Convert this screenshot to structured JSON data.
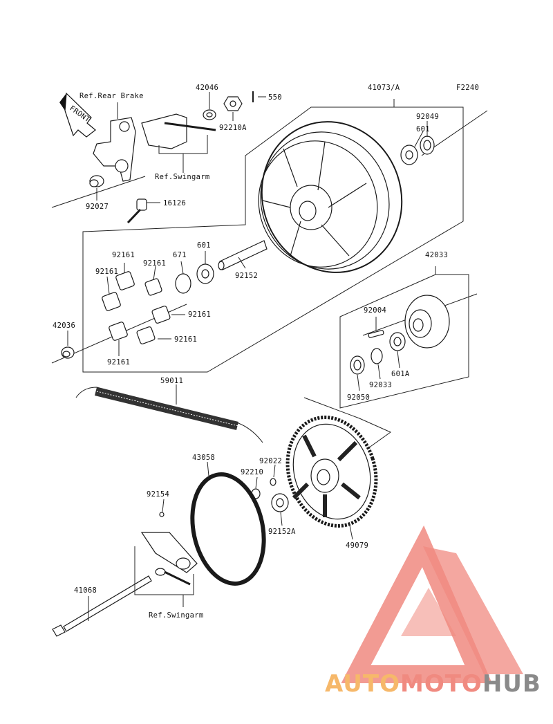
{
  "figure_code": "F2240",
  "refs": {
    "rear_brake": "Ref.Rear Brake",
    "swingarm_top": "Ref.Swingarm",
    "swingarm_bottom": "Ref.Swingarm",
    "front": "FRONT"
  },
  "parts": {
    "p42046": "42046",
    "p550": "550",
    "p41073A": "41073/A",
    "p92210A": "92210A",
    "p92049": "92049",
    "p601_top": "601",
    "p92027": "92027",
    "p16126": "16126",
    "p92161_a": "92161",
    "p92161_b": "92161",
    "p92161_c": "92161",
    "p92161_d": "92161",
    "p92161_e": "92161",
    "p92161_f": "92161",
    "p671": "671",
    "p601_mid": "601",
    "p92152": "92152",
    "p42033": "42033",
    "p42036": "42036",
    "p92004": "92004",
    "p601A": "601A",
    "p92033": "92033",
    "p92050": "92050",
    "p59011": "59011",
    "p43058": "43058",
    "p92022": "92022",
    "p92210": "92210",
    "p92154": "92154",
    "p92152A": "92152A",
    "p49079": "49079",
    "p41068": "41068"
  },
  "watermark": {
    "part1": "AUTO",
    "part2": "MOTO",
    "part3": "HUB"
  },
  "colors": {
    "ink": "#1a1a1a",
    "logo_red": "#f08a80",
    "logo_orange": "#f6b86a",
    "logo_gray": "#8a8a8a"
  }
}
